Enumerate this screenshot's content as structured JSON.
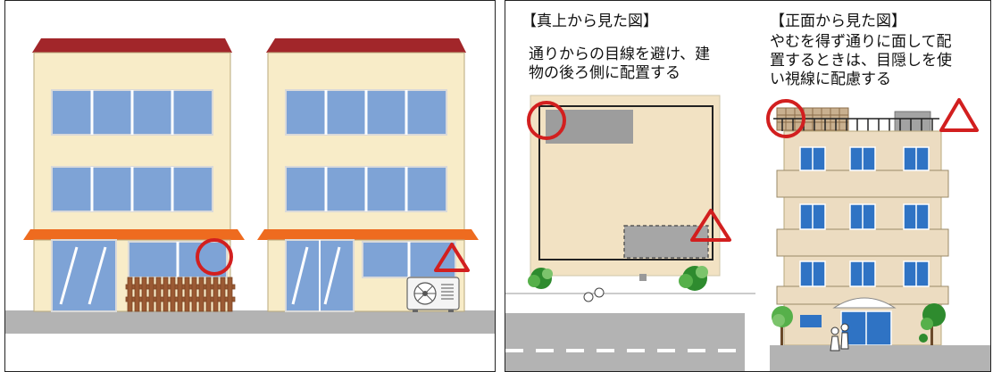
{
  "top_view": {
    "title": "【真上から見た図】",
    "caption": "通りからの目線を避け、建\n物の後ろ側に配置する"
  },
  "front_view": {
    "title": "【正面から見た図】",
    "caption": "やむを得ず通りに面して配\n置するときは、目隠しを使\nい視線に配慮する"
  },
  "colors": {
    "good_marker": "#d21f1f",
    "bad_marker": "#d21f1f",
    "window": "#7ea3d6",
    "wall": "#f8ecc8",
    "roof": "#a2262a",
    "awning": "#ee6b1f",
    "ground": "#b3b3b3",
    "unit": "#a3a3a3"
  },
  "icons": [
    "circle-marker-icon",
    "triangle-marker-icon",
    "ac-outdoor-unit-icon",
    "tree-icon",
    "person-icon"
  ]
}
